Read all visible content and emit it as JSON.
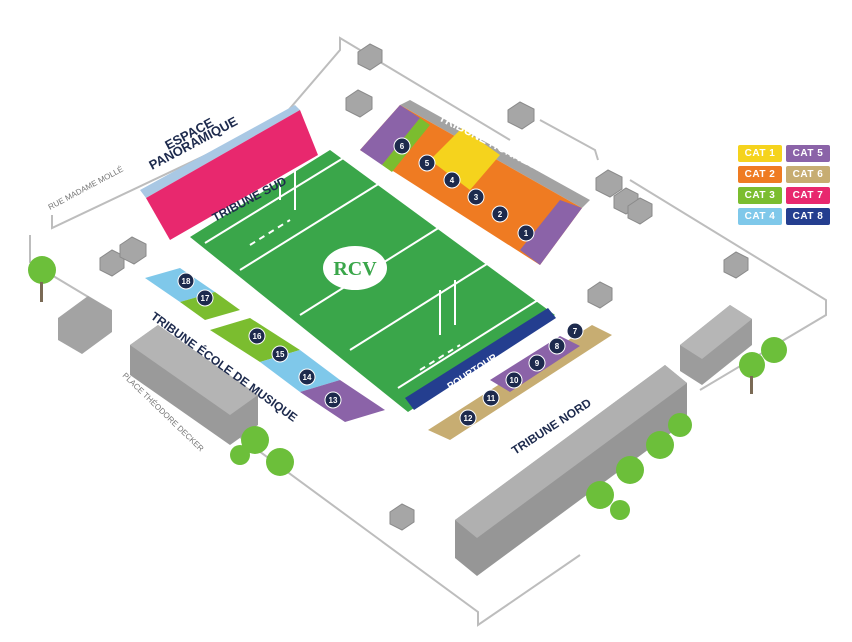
{
  "stands": {
    "espace_panoramique_line1": "ESPACE",
    "espace_panoramique_line2": "PANORAMIQUE",
    "tribune_sud": "TRIBUNE SUD",
    "tribune_honneur": "TRIBUNE HONNEUR",
    "tribune_ecole": "TRIBUNE ÉCOLE DE MUSIQUE",
    "tribune_nord": "TRIBUNE NORD",
    "pourtour": "POURTOUR"
  },
  "streets": {
    "rue_madame_molle": "RUE MADAME MOLLÉ",
    "place_theodore_decker": "PLACE THÉODORE DECKER"
  },
  "logo": {
    "text": "RCV"
  },
  "sections": [
    "1",
    "2",
    "3",
    "4",
    "5",
    "6",
    "7",
    "8",
    "9",
    "10",
    "11",
    "12",
    "13",
    "14",
    "15",
    "16",
    "17",
    "18"
  ],
  "legend": [
    {
      "label": "CAT 1",
      "color": "#f5d31d"
    },
    {
      "label": "CAT 5",
      "color": "#8b63a8"
    },
    {
      "label": "CAT 2",
      "color": "#ef7b22"
    },
    {
      "label": "CAT 6",
      "color": "#c7ad72"
    },
    {
      "label": "CAT 3",
      "color": "#7bbd2f"
    },
    {
      "label": "CAT 7",
      "color": "#e8286e"
    },
    {
      "label": "CAT 4",
      "color": "#7fc8ea"
    },
    {
      "label": "CAT 8",
      "color": "#243e8f"
    }
  ],
  "colors": {
    "pitch": "#3aa64a",
    "pitch_lines": "#ffffff",
    "section_badge": "#1d2a4d",
    "building": "#9e9e9e",
    "tree": "#6cbf3a"
  }
}
